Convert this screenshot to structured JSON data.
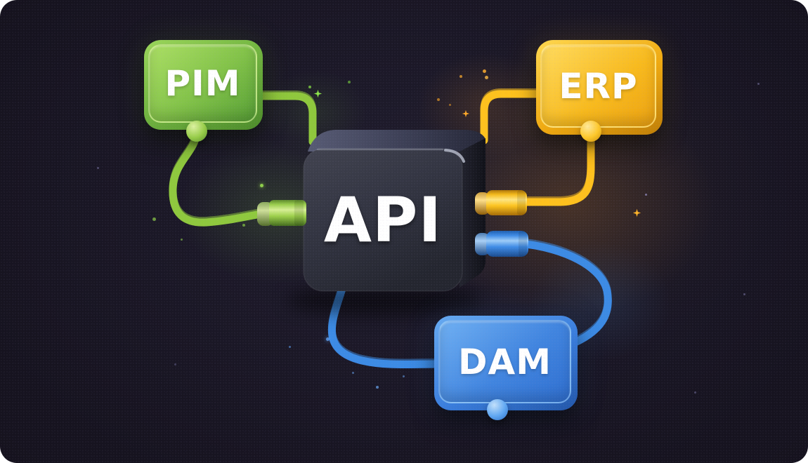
{
  "scene": {
    "background_color": "#16131f",
    "frame_color": "#ffffff",
    "description_labels_visible": [
      "PIM",
      "ERP",
      "API",
      "DAM"
    ]
  },
  "nodes": {
    "api": {
      "label": "API",
      "color": "#343744",
      "role": "central-hub"
    },
    "pim": {
      "label": "PIM",
      "color": "#7cbd43"
    },
    "erp": {
      "label": "ERP",
      "color": "#f5b81e"
    },
    "dam": {
      "label": "DAM",
      "color": "#3b7fd9"
    }
  },
  "connections": [
    {
      "from": "PIM",
      "to": "API",
      "cable_color": "#8fc93d",
      "plug_side": "left"
    },
    {
      "from": "ERP",
      "to": "API",
      "cable_color": "#ffc21d",
      "plug_side": "right-upper"
    },
    {
      "from": "DAM",
      "to": "API",
      "cable_color": "#3c8be4",
      "plug_side": "right-lower"
    }
  ],
  "colors": {
    "green-accent": "#8fc93d",
    "yellow-accent": "#ffc21d",
    "blue-accent": "#3c8be4",
    "cube-face": "#343744",
    "text": "#ffffff"
  }
}
